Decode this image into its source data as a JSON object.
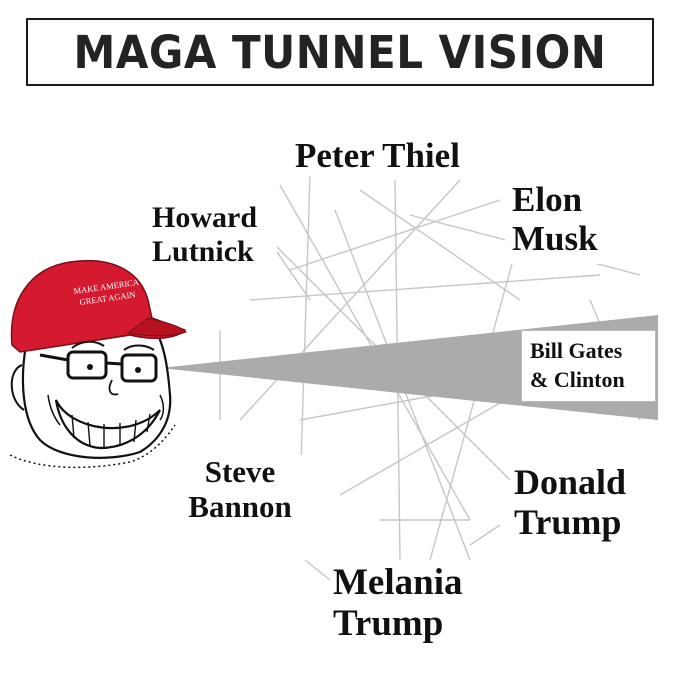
{
  "title": "MAGA TUNNEL VISION",
  "hat_text": [
    "MAKE AMERICA",
    "GREAT AGAIN"
  ],
  "names": {
    "peter_thiel": "Peter Thiel",
    "elon_musk": [
      "Elon",
      "Musk"
    ],
    "howard_lutnick": [
      "Howard",
      "Lutnick"
    ],
    "bill_gates_clinton": [
      "Bill Gates",
      "& Clinton"
    ],
    "steve_bannon": [
      "Steve",
      "Bannon"
    ],
    "donald_trump": [
      "Donald",
      "Trump"
    ],
    "melania_trump": [
      "Melania",
      "Trump"
    ]
  },
  "colors": {
    "hat": "#d5192e",
    "cone": "#a9a9a9",
    "web_lines": "#c4c4c4",
    "ink": "#111111"
  }
}
